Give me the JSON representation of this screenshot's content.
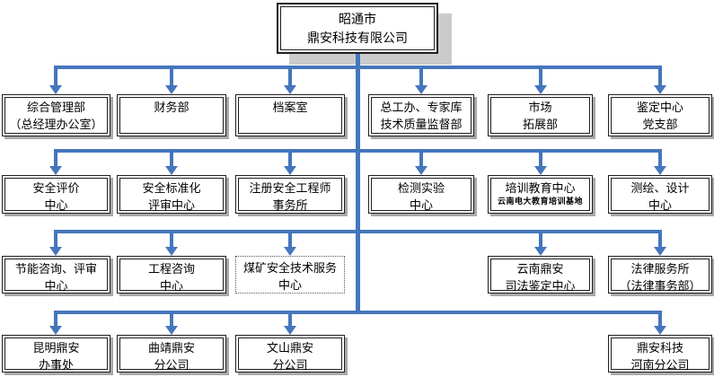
{
  "org_chart": {
    "root": {
      "label": "昭通市\n鼎安科技有限公司"
    },
    "level1": [
      {
        "label": "综合管理部\n（总经理办公室）"
      },
      {
        "label": "财务部"
      },
      {
        "label": "档案室"
      },
      {
        "label": "总工办、专家库\n技术质量监督部"
      },
      {
        "label": "市场\n拓展部"
      },
      {
        "label": "鉴定中心\n党支部"
      }
    ],
    "level2": [
      {
        "label": "安全评价\n中心"
      },
      {
        "label": "安全标准化\n评审中心"
      },
      {
        "label": "注册安全工程师\n事务所"
      },
      {
        "label": "检测实验\n中心"
      },
      {
        "label": "培训教育中心",
        "sub": "云南电大教育培训基地"
      },
      {
        "label": "测绘、设计\n中心"
      }
    ],
    "level3": [
      {
        "label": "节能咨询、评审\n中心"
      },
      {
        "label": "工程咨询\n中心"
      },
      {
        "label": "煤矿安全技术服务\n中心"
      },
      {
        "label": "云南鼎安\n司法鉴定中心"
      },
      {
        "label": "法律服务所\n（法律事务部）"
      }
    ],
    "level4": [
      {
        "label": "昆明鼎安\n办事处"
      },
      {
        "label": "曲靖鼎安\n分公司"
      },
      {
        "label": "文山鼎安\n分公司"
      },
      {
        "label": "鼎安科技\n河南分公司"
      }
    ]
  },
  "colors": {
    "connector_blue": "#4576BD",
    "box_border": "#1F1F1F",
    "box_shadow_gray": "#A8A8A8",
    "root_shadow_gray": "#CBCBCB",
    "background": "#FFFFFF"
  }
}
